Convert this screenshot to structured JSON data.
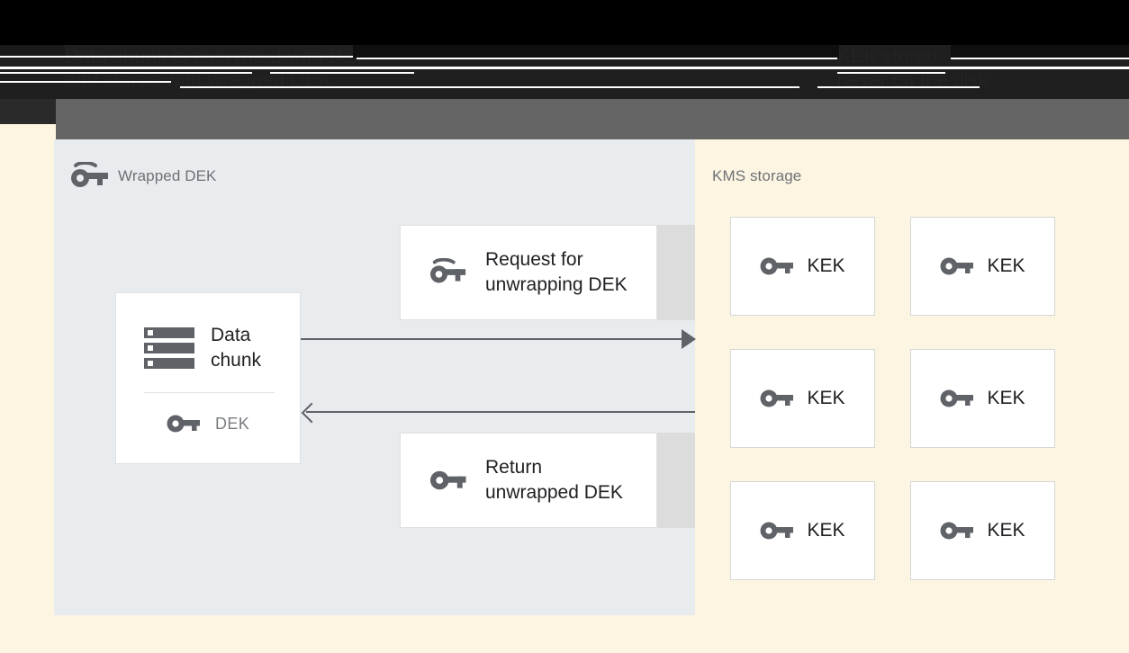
{
  "banner": {
    "left_text": "Data chunk is encrypted with DEK\nand stored with wrapped DEK",
    "right_text": "KEK stored\nnever on the disk"
  },
  "left_panel": {
    "title": "Wrapped DEK",
    "title_icon": "wrapped-key-icon",
    "background_color": "#e8ecef",
    "chunk_card": {
      "title": "Data\nchunk",
      "title_icon": "storage-icon",
      "key_icon": "key-icon",
      "key_label": "DEK"
    },
    "messages": [
      {
        "icon": "wrapped-key-icon",
        "text": "Request for\nunwrapping DEK"
      },
      {
        "icon": "key-icon",
        "text": "Return\nunwrapped DEK"
      }
    ],
    "arrows": [
      {
        "name": "request-arrow",
        "direction": "right"
      },
      {
        "name": "response-arrow",
        "direction": "left"
      }
    ]
  },
  "right_panel": {
    "title": "KMS storage",
    "background_color": "#fcf5e2",
    "cards": [
      {
        "icon": "key-icon",
        "label": "KEK"
      },
      {
        "icon": "key-icon",
        "label": "KEK"
      },
      {
        "icon": "key-icon",
        "label": "KEK"
      },
      {
        "icon": "key-icon",
        "label": "KEK"
      },
      {
        "icon": "key-icon",
        "label": "KEK"
      },
      {
        "icon": "key-icon",
        "label": "KEK"
      }
    ]
  },
  "colors": {
    "cream": "#fcf5e2",
    "panel_blue_gray": "#e8ecef",
    "card_white": "#ffffff",
    "icon_gray": "#5f6368",
    "text_dark": "#202124",
    "text_muted": "#6f7275",
    "strip_gray": "#dcdcdc"
  }
}
